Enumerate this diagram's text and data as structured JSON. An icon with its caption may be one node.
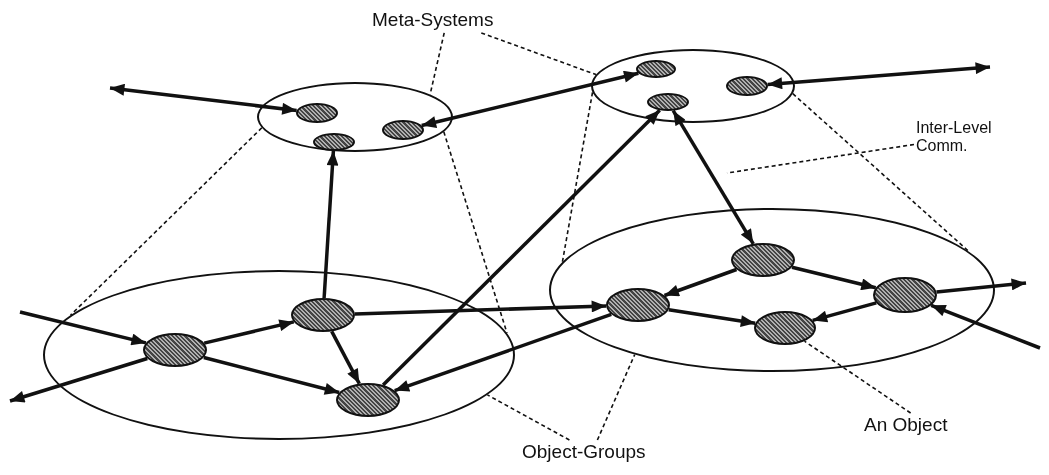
{
  "diagram": {
    "nodes": [
      {
        "text": [
          "Meta-Systems"
        ]
      },
      {
        "text": [],
        "shape": "ellipse"
      },
      {
        "text": [],
        "shape": "ellipse",
        "in": 1
      },
      {
        "text": [],
        "shape": "ellipse",
        "in": 1
      },
      {
        "text": [],
        "shape": "ellipse",
        "in": 1
      },
      {
        "text": [],
        "shape": "ellipse"
      },
      {
        "text": [],
        "shape": "ellipse",
        "in": 5
      },
      {
        "text": [],
        "shape": "ellipse",
        "in": 5
      },
      {
        "text": [],
        "shape": "ellipse",
        "in": 5
      },
      {
        "text": [
          "Inter-Level Comm."
        ]
      },
      {
        "text": [],
        "shape": "ellipse"
      },
      {
        "text": [],
        "shape": "ellipse",
        "in": 10
      },
      {
        "text": [],
        "shape": "ellipse",
        "in": 10
      },
      {
        "text": [],
        "shape": "ellipse",
        "in": 10
      },
      {
        "text": [],
        "shape": "ellipse"
      },
      {
        "text": [],
        "shape": "ellipse",
        "in": 14
      },
      {
        "text": [],
        "shape": "ellipse",
        "in": 14
      },
      {
        "text": [],
        "shape": "ellipse",
        "in": 14
      },
      {
        "text": [],
        "shape": "ellipse",
        "in": 14
      },
      {
        "text": [
          "Object-Groups"
        ]
      },
      {
        "text": [
          "An Object"
        ]
      }
    ],
    "edges": [
      {
        "from": 0,
        "to": 1,
        "arrow": "none",
        "style": "dashed"
      },
      {
        "from": 0,
        "to": 5,
        "arrow": "none",
        "style": "dashed"
      },
      {
        "from": null,
        "to": 2,
        "arrow": "both"
      },
      {
        "from": 4,
        "to": 6,
        "arrow": "both"
      },
      {
        "from": 8,
        "to": null,
        "arrow": "both"
      },
      {
        "from": 1,
        "to": 10,
        "arrow": "none",
        "style": "dashed"
      },
      {
        "from": 1,
        "to": 10,
        "arrow": "none",
        "style": "dashed"
      },
      {
        "from": 5,
        "to": 14,
        "arrow": "none",
        "style": "dashed"
      },
      {
        "from": 5,
        "to": 14,
        "arrow": "none",
        "style": "dashed"
      },
      {
        "from": 9,
        "to": null,
        "arrow": "none",
        "style": "dashed"
      },
      {
        "from": 12,
        "to": 3,
        "arrow": "to"
      },
      {
        "from": 13,
        "to": 7,
        "arrow": "to"
      },
      {
        "from": 7,
        "to": 16,
        "arrow": "both"
      },
      {
        "from": null,
        "to": 11,
        "arrow": "to"
      },
      {
        "from": 11,
        "to": null,
        "arrow": "to"
      },
      {
        "from": 11,
        "to": 12,
        "arrow": "to"
      },
      {
        "from": 11,
        "to": 13,
        "arrow": "to"
      },
      {
        "from": 12,
        "to": 13,
        "arrow": "to"
      },
      {
        "from": 12,
        "to": 15,
        "arrow": "to"
      },
      {
        "from": 15,
        "to": 13,
        "arrow": "to"
      },
      {
        "from": 16,
        "to": 15,
        "arrow": "to"
      },
      {
        "from": 16,
        "to": 18,
        "arrow": "to"
      },
      {
        "from": 15,
        "to": 17,
        "arrow": "to"
      },
      {
        "from": 18,
        "to": 17,
        "arrow": "to"
      },
      {
        "from": 18,
        "to": null,
        "arrow": "to"
      },
      {
        "from": null,
        "to": 18,
        "arrow": "to"
      },
      {
        "from": 19,
        "to": 10,
        "arrow": "none",
        "style": "dashed"
      },
      {
        "from": 19,
        "to": 14,
        "arrow": "none",
        "style": "dashed"
      },
      {
        "from": 20,
        "to": 17,
        "arrow": "none",
        "style": "dashed"
      }
    ]
  }
}
